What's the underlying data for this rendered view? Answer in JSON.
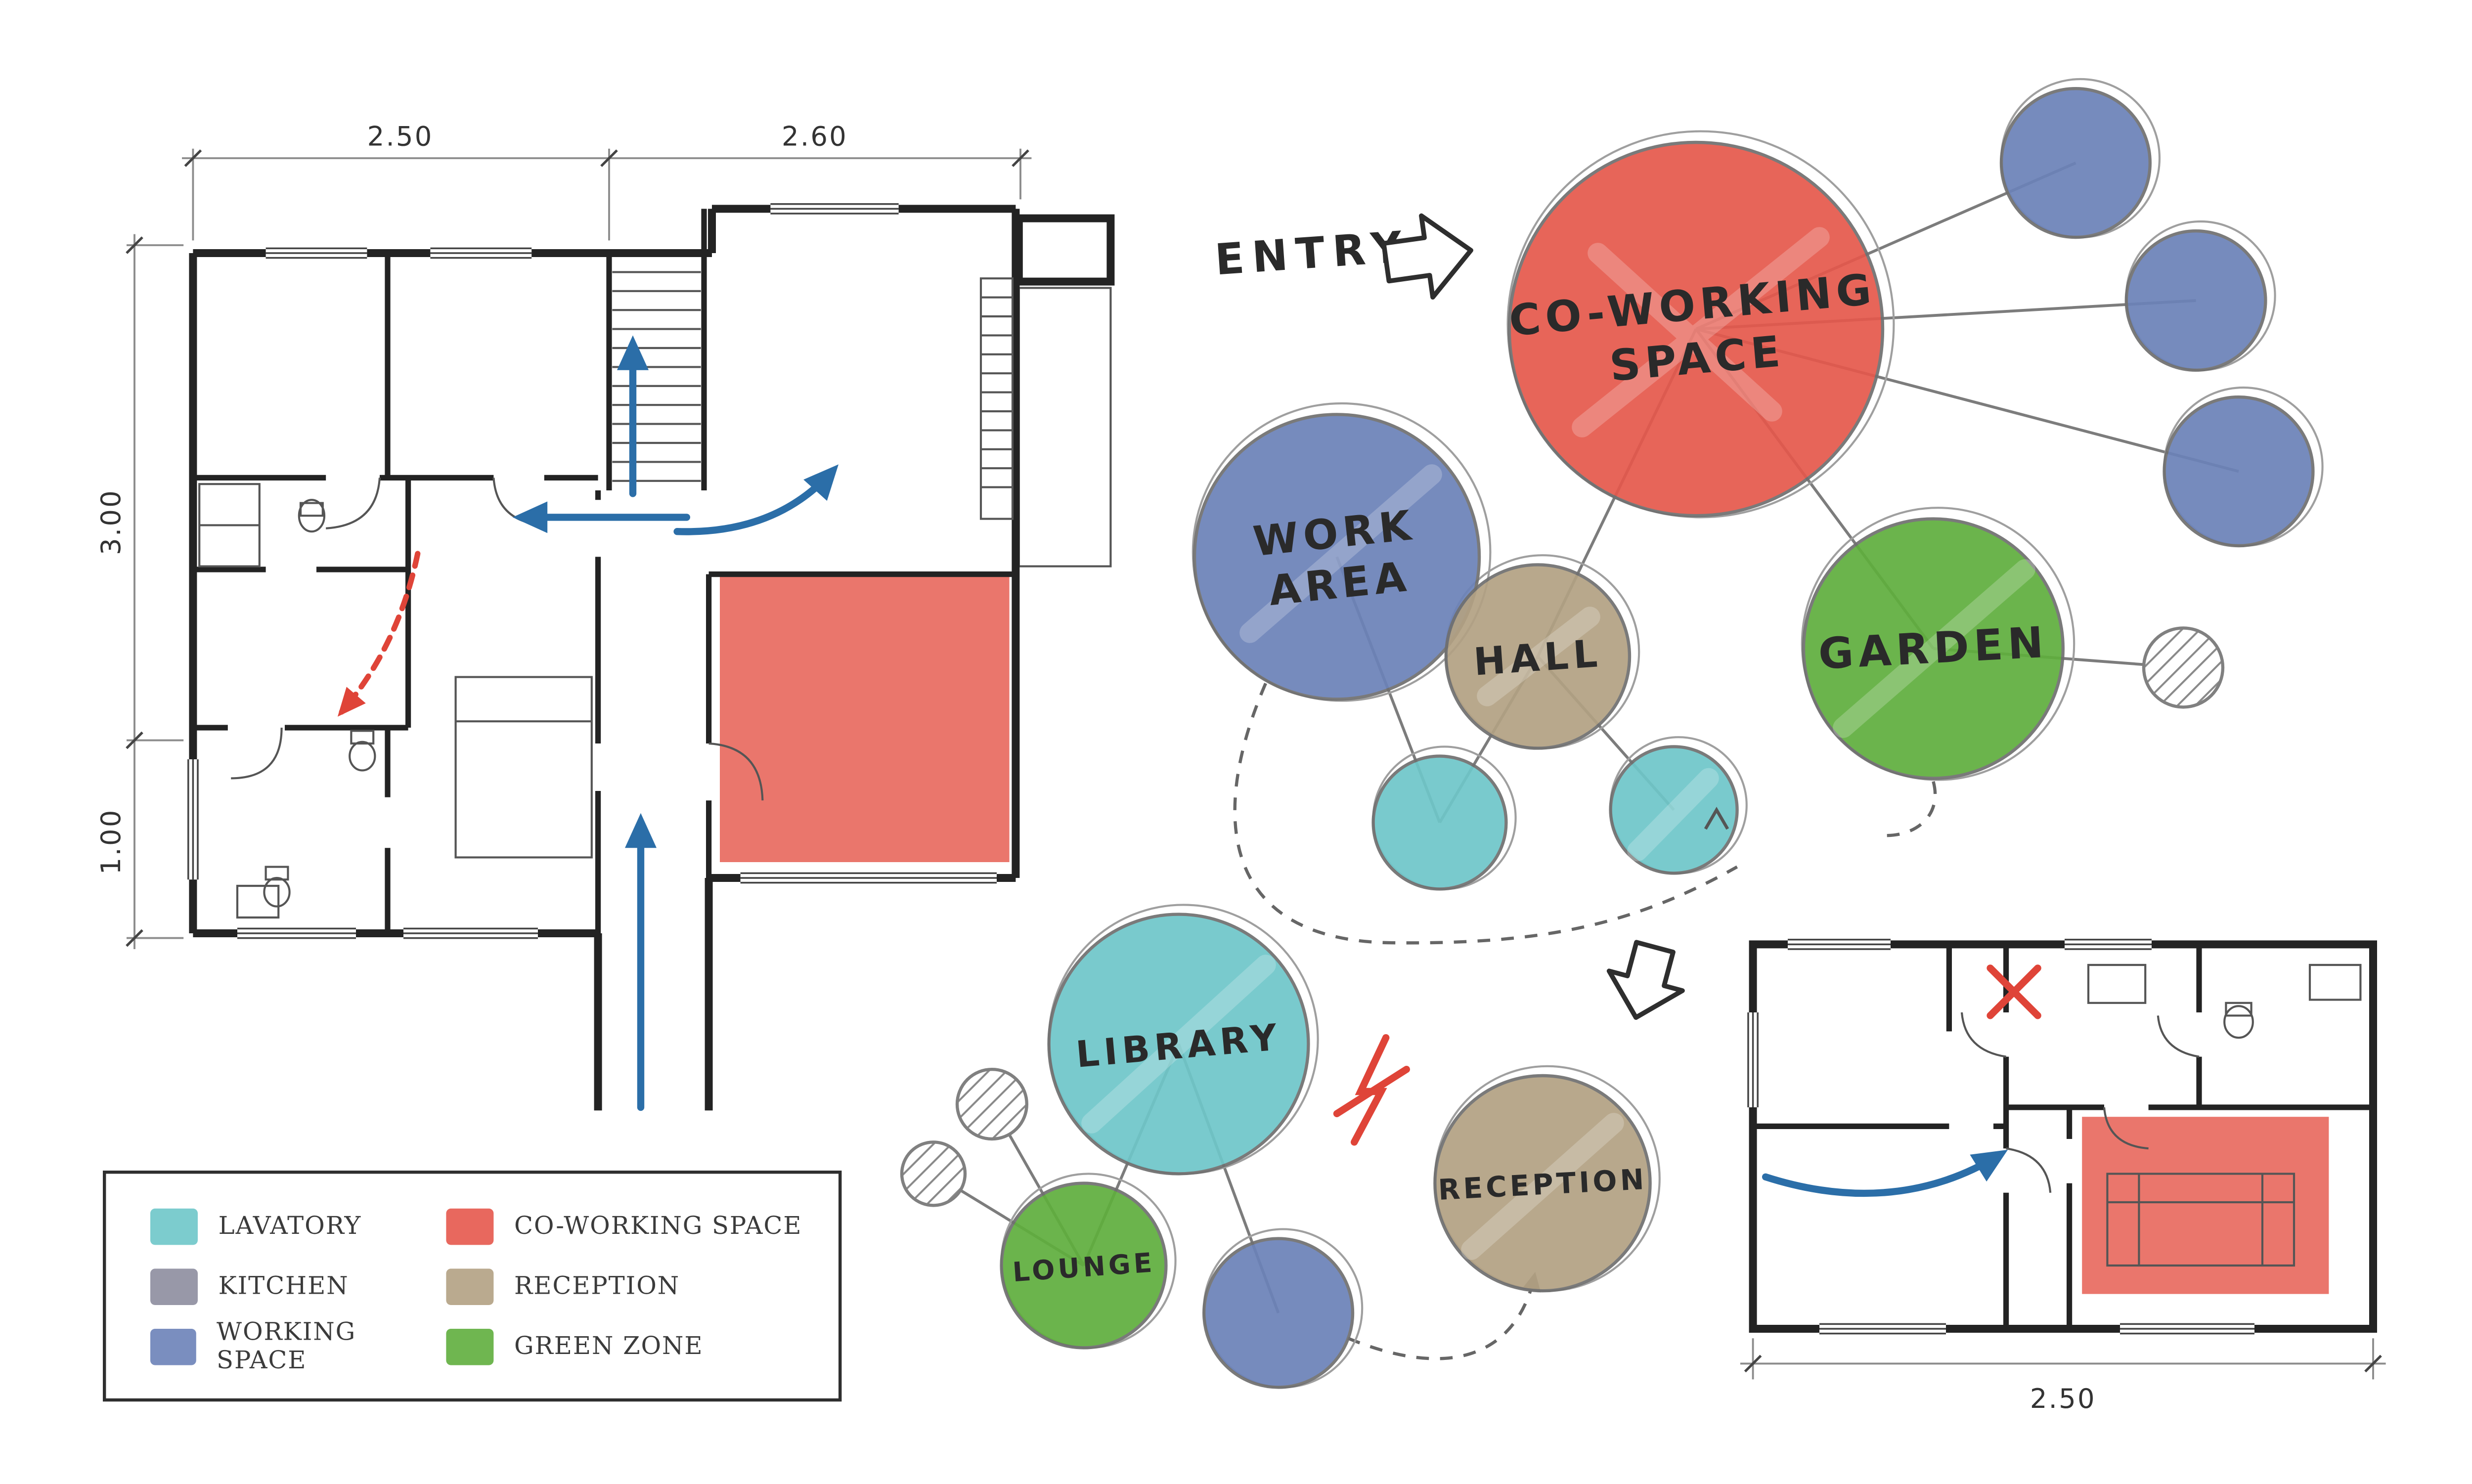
{
  "colors": {
    "lavatory": "#6ec6c9",
    "kitchen": "#8d8d9e",
    "working_space": "#6b82b8",
    "coworking": "#e5584c",
    "reception": "#b2a183",
    "green_zone": "#5fae3d",
    "flow_arrow": "#2b6ea8",
    "alert": "#df4438"
  },
  "legend": {
    "items": [
      {
        "label": "LAVATORY",
        "color": "#6ec6c9"
      },
      {
        "label": "KITCHEN",
        "color": "#8d8d9e"
      },
      {
        "label": "WORKING SPACE",
        "color": "#6b82b8"
      },
      {
        "label": "CO-WORKING SPACE",
        "color": "#e5584c"
      },
      {
        "label": "RECEPTION",
        "color": "#b2a183"
      },
      {
        "label": "GREEN ZONE",
        "color": "#5fae3d"
      }
    ]
  },
  "main_plan": {
    "dim_top_left": "2.50",
    "dim_top_right": "2.60",
    "dim_left_upper": "3.00",
    "dim_left_lower": "1.00"
  },
  "small_plan": {
    "dim_bottom": "2.50"
  },
  "bubble_diagram": {
    "entry": "ENTRY",
    "coworking": {
      "line1": "CO-WORKING",
      "line2": "SPACE"
    },
    "work_area": {
      "line1": "WORK",
      "line2": "AREA"
    },
    "hall": "HALL",
    "garden": "GARDEN",
    "library": "LIBRARY",
    "lounge": "LOUNGE",
    "reception": "RECEPTION"
  }
}
